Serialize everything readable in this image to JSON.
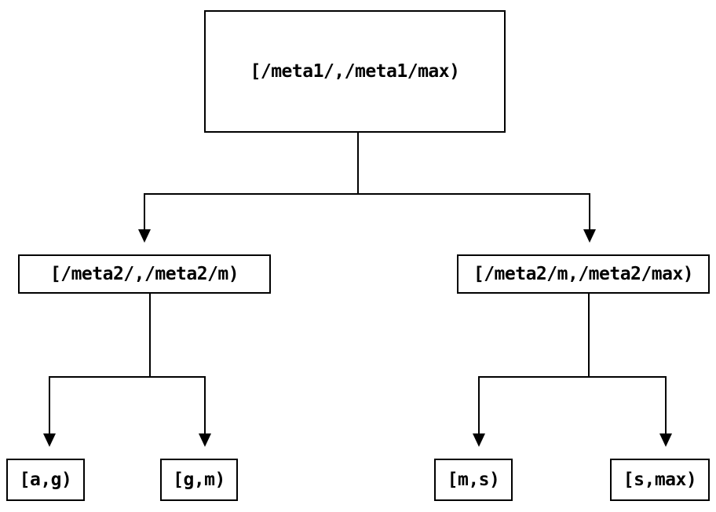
{
  "diagram": {
    "type": "binary-interval-tree",
    "colors": {
      "background": "#ffffff",
      "line": "#000000",
      "text": "#000000"
    },
    "nodes": {
      "root": {
        "label": "[/meta1/,/meta1/max)"
      },
      "meta2_lo": {
        "label": "[/meta2/,/meta2/m)"
      },
      "meta2_hi": {
        "label": "[/meta2/m,/meta2/max)"
      },
      "leaf_ag": {
        "label": "[a,g)"
      },
      "leaf_gm": {
        "label": "[g,m)"
      },
      "leaf_ms": {
        "label": "[m,s)"
      },
      "leaf_smax": {
        "label": "[s,max)"
      }
    },
    "edges": [
      {
        "from": "root",
        "to": "meta2_lo"
      },
      {
        "from": "root",
        "to": "meta2_hi"
      },
      {
        "from": "meta2_lo",
        "to": "leaf_ag"
      },
      {
        "from": "meta2_lo",
        "to": "leaf_gm"
      },
      {
        "from": "meta2_hi",
        "to": "leaf_ms"
      },
      {
        "from": "meta2_hi",
        "to": "leaf_smax"
      }
    ]
  }
}
